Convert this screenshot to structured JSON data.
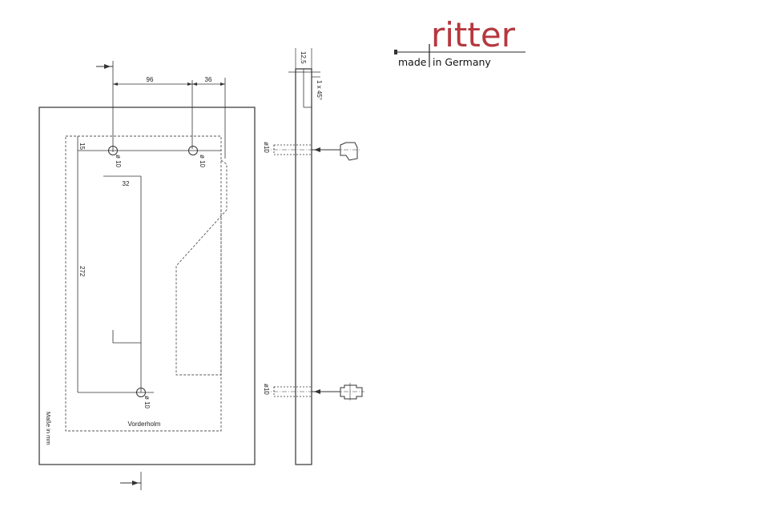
{
  "logo": {
    "brand": "ritter",
    "tagline_a": "made",
    "tagline_b": "in Germany",
    "brand_color": "#b5383e"
  },
  "front_view": {
    "dim_top_left": "96",
    "dim_top_right": "36",
    "dim_edge": "15",
    "dim_offset": "32",
    "dim_height": "272",
    "hole_top_left": "ø 10",
    "hole_top_right": "ø 10",
    "hole_bottom": "ø 10",
    "part_label": "Vorderholm",
    "units_note": "Maße in mm"
  },
  "side_view": {
    "dim_thickness": "12,5",
    "dim_chamfer": "1 x 45°",
    "hole_upper": "ø10",
    "hole_lower": "ø10"
  },
  "colors": {
    "line": "#333333",
    "dashed": "#555555"
  }
}
